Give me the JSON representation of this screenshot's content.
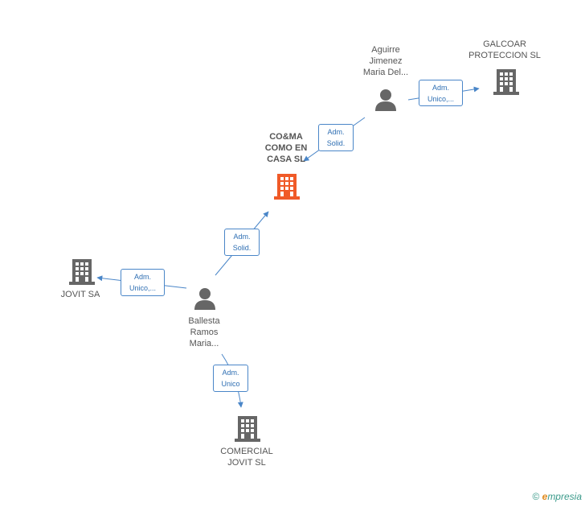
{
  "nodes": {
    "coma": {
      "label": "CO&MA\nCOMO EN\nCASA SL",
      "type": "company",
      "color": "#f05a28"
    },
    "galcoar": {
      "label": "GALCOAR\nPROTECCION  SL",
      "type": "company",
      "color": "#666666"
    },
    "jovit_sa": {
      "label": "JOVIT SA",
      "type": "company",
      "color": "#666666"
    },
    "comercial_jovit": {
      "label": "COMERCIAL\nJOVIT SL",
      "type": "company",
      "color": "#666666"
    },
    "aguirre": {
      "label": "Aguirre\nJimenez\nMaria Del...",
      "type": "person",
      "color": "#666666"
    },
    "ballesta": {
      "label": "Ballesta\nRamos\nMaria...",
      "type": "person",
      "color": "#666666"
    }
  },
  "relations": {
    "aguirre_galcoar": {
      "line1": "Adm.",
      "line2": "Unico,..."
    },
    "aguirre_coma": {
      "line1": "Adm.",
      "line2": "Solid."
    },
    "ballesta_coma": {
      "line1": "Adm.",
      "line2": "Solid."
    },
    "ballesta_jovit": {
      "line1": "Adm.",
      "line2": "Unico,..."
    },
    "ballesta_comercial": {
      "line1": "Adm.",
      "line2": "Unico"
    }
  },
  "footer": {
    "copyright": "©",
    "brand_e": "e",
    "brand_rest": "mpresia"
  },
  "colors": {
    "edge": "#4a86c8",
    "accent": "#f05a28"
  }
}
